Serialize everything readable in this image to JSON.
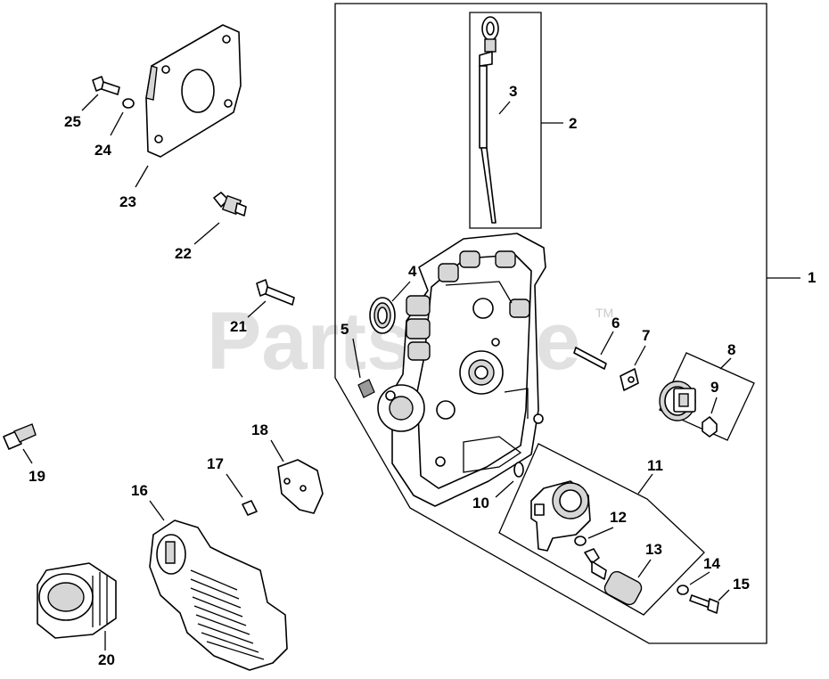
{
  "watermark": {
    "text": "PartsTree",
    "trademark": "TM"
  },
  "callouts": {
    "c1": "1",
    "c2": "2",
    "c3": "3",
    "c4": "4",
    "c5": "5",
    "c6": "6",
    "c7": "7",
    "c8": "8",
    "c9": "9",
    "c10": "10",
    "c11": "11",
    "c12": "12",
    "c13": "13",
    "c14": "14",
    "c15": "15",
    "c16": "16",
    "c17": "17",
    "c18": "18",
    "c19": "19",
    "c20": "20",
    "c21": "21",
    "c22": "22",
    "c23": "23",
    "c24": "24",
    "c25": "25"
  },
  "icons": {
    "closure_plate": "crankcase-closure-plate",
    "dipstick": "dipstick-tube",
    "oil_filter": "oil-filter-cylinder",
    "oil_cooler": "finned-oil-cooler",
    "gear": "governor-gear"
  }
}
